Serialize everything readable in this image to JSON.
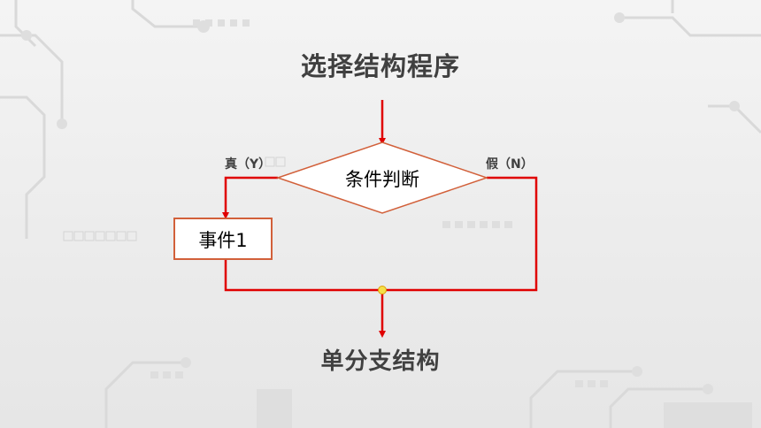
{
  "title": "选择结构程序",
  "subtitle": "单分支结构",
  "diagram": {
    "condition": "条件判断",
    "true_label": "真（Y）",
    "false_label": "假（N）",
    "event": "事件1"
  },
  "colors": {
    "flow_line": "#e00000",
    "box_border": "#d2603a",
    "text": "#404040",
    "junction_dot": "#f5e04a"
  }
}
